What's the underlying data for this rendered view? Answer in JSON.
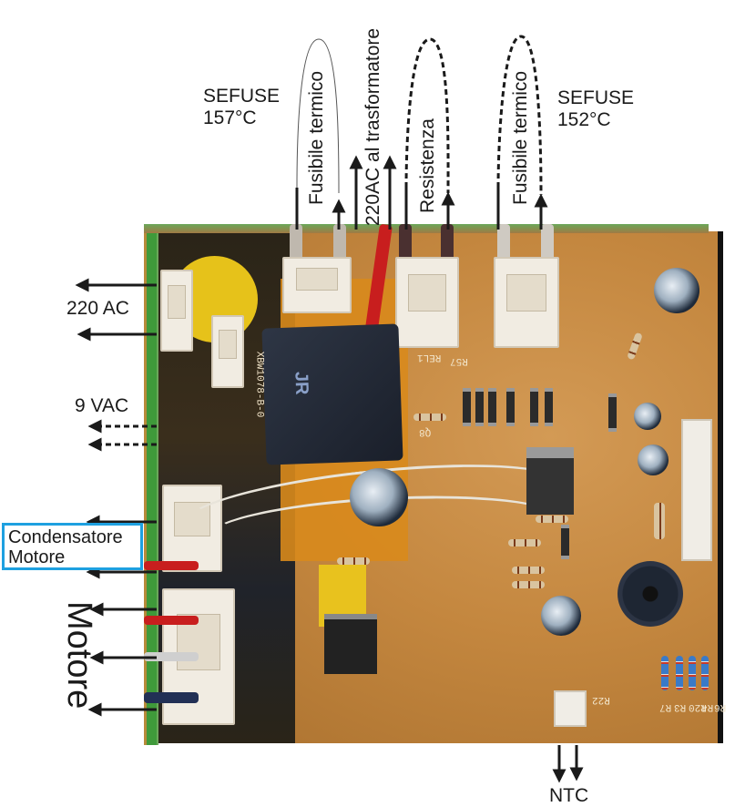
{
  "title": "Schema collegamenti scheda di controllo",
  "colors": {
    "annotation": "#1a1a1a",
    "condensatore_box_border": "#1ea0e0",
    "pcb": "#c4873f"
  },
  "top_labels": {
    "sefuse_left": {
      "line1": "SEFUSE",
      "line2": "157°C"
    },
    "fusibile_left": "Fusibile termico",
    "trasformatore": "220AC al trasformatore",
    "resistenza": "Resistenza",
    "fusibile_right": "Fusibile termico",
    "sefuse_right": {
      "line1": "SEFUSE",
      "line2": "152°C"
    }
  },
  "left_labels": {
    "ac220": "220 AC",
    "vac9": "9 VAC",
    "condensatore": {
      "line1": "Condensatore",
      "line2": "Motore"
    },
    "motore": "Motore"
  },
  "bottom_labels": {
    "ntc": "NTC"
  },
  "board_silkscreen": {
    "relay_brand": "JR",
    "board_code": "XBW1078-B-0",
    "relay_ref": "REL1",
    "resistor_ref": "R57",
    "transistor_ref": "Q8",
    "connector_ref": "R22",
    "resistor_refs": [
      "R7",
      "R3",
      "R20",
      "R4",
      "R6"
    ]
  },
  "icons": {
    "arrow_solid": "arrow-solid-icon",
    "arrow_dashed": "arrow-dashed-icon",
    "loop_solid": "wire-loop-solid-icon",
    "loop_dashed": "wire-loop-dashed-icon"
  }
}
